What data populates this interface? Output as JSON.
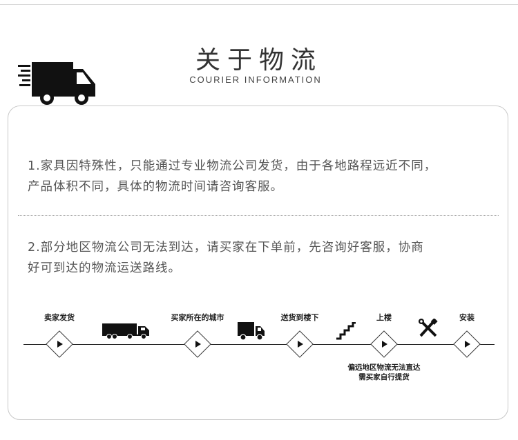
{
  "header": {
    "title_cn": "关于物流",
    "title_en": "COURIER INFORMATION"
  },
  "notes": {
    "line1": "1.家具因特殊性，只能通过专业物流公司发货，由于各地路程远近不同，",
    "line2": "产品体积不同，具体的物流时间请咨询客服。",
    "line3": "2.部分地区物流公司无法到达，请买家在下单前，先咨询好客服，协商",
    "line4": "好可到达的物流运送路线。"
  },
  "steps": [
    {
      "label": "卖家发货"
    },
    {
      "label": "买家所在的城市"
    },
    {
      "label": "送货到楼下"
    },
    {
      "label": "上楼"
    },
    {
      "label": "安装"
    }
  ],
  "step_note": {
    "line1": "偏远地区物流无法直达",
    "line2": "需买家自行提货"
  },
  "icons": [
    "delivery-truck-icon",
    "semi-truck-icon",
    "box-truck-icon",
    "stairs-icon",
    "tools-icon",
    "play-icon"
  ],
  "colors": {
    "text": "#555555",
    "line": "#222222",
    "border": "#c8c8c8"
  }
}
